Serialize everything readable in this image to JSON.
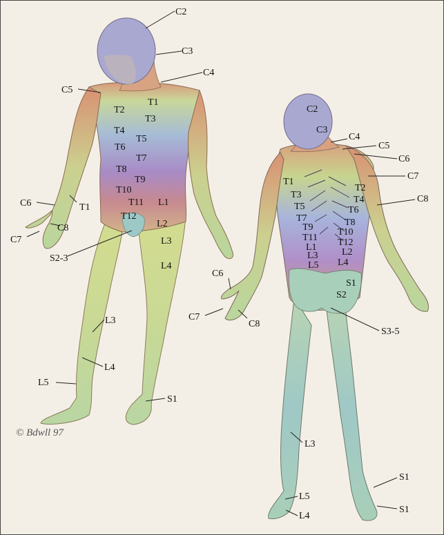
{
  "labels": {
    "front": {
      "c2": "C2",
      "c3": "C3",
      "c4": "C4",
      "c5": "C5",
      "t1": "T1",
      "t2": "T2",
      "t3": "T3",
      "t4": "T4",
      "t5": "T5",
      "t6": "T6",
      "t7": "T7",
      "t8": "T8",
      "t9": "T9",
      "t10": "T10",
      "t11": "T11",
      "t12": "T12",
      "t1_arm": "T1",
      "c6": "C6",
      "c7": "C7",
      "c8": "C8",
      "l1": "L1",
      "l2": "L2",
      "l3_thigh": "L3",
      "l4_thigh": "L4",
      "s2_3": "S2-3",
      "l3_leg": "L3",
      "l4_leg": "L4",
      "l5": "L5",
      "s1": "S1"
    },
    "back": {
      "c2": "C2",
      "c3": "C3",
      "c4": "C4",
      "c5": "C5",
      "c6": "C6",
      "c7": "C7",
      "c8": "C8",
      "t1": "T1",
      "t2": "T2",
      "t3": "T3",
      "t4": "T4",
      "t5": "T5",
      "t6": "T6",
      "t7": "T7",
      "t8": "T8",
      "t9": "T9",
      "t10": "T10",
      "t11": "T11",
      "t12": "T12",
      "l1": "L1",
      "l2": "L2",
      "l3": "L3",
      "l4": "L4",
      "l5": "L5",
      "s1": "S1",
      "s2": "S2",
      "s3_5": "S3-5",
      "c6_hand": "C6",
      "c7_hand": "C7",
      "c8_hand": "C8",
      "l3_leg": "L3",
      "l5_foot": "L5",
      "l4_foot": "L4",
      "s1_heel": "S1",
      "s1_foot": "S1"
    }
  },
  "signature": "©  Bdwll 97",
  "colors": {
    "cervical": "#d98f78",
    "upper_thoracic": "#bcd79a",
    "mid_thoracic": "#9fb3d8",
    "lower_thoracic": "#a88bc4",
    "lumbar_upper": "#c9a089",
    "lumbar": "#d6e08f",
    "sacral": "#9ec9c0",
    "head": "#a9a8d0"
  }
}
